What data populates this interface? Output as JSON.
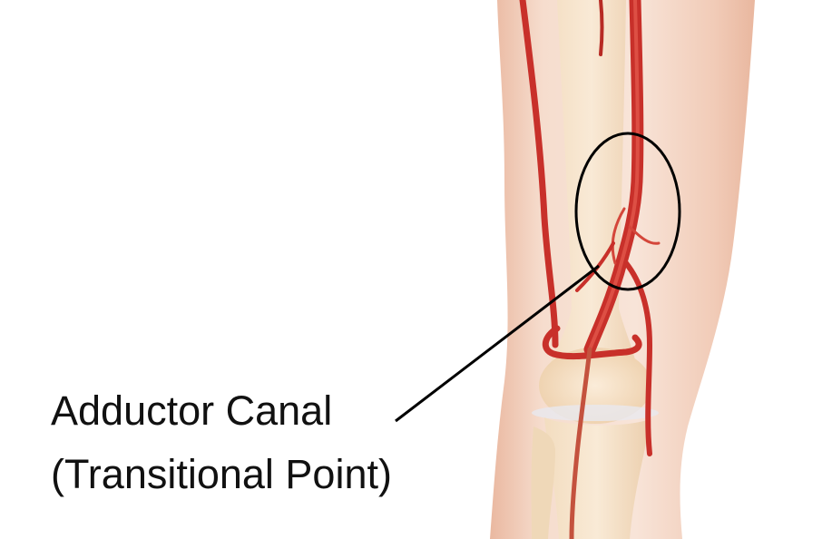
{
  "figure": {
    "caption_lines": [
      "Adductor Canal",
      "(Transitional Point)"
    ],
    "region": "knee",
    "colors": {
      "skin_light": "#f7e1d4",
      "skin_mid": "#efc4ae",
      "bone": "#f1dcbc",
      "artery": "#c8302a",
      "artery_dark": "#9e1f1b",
      "annotation_line": "#000000"
    }
  }
}
